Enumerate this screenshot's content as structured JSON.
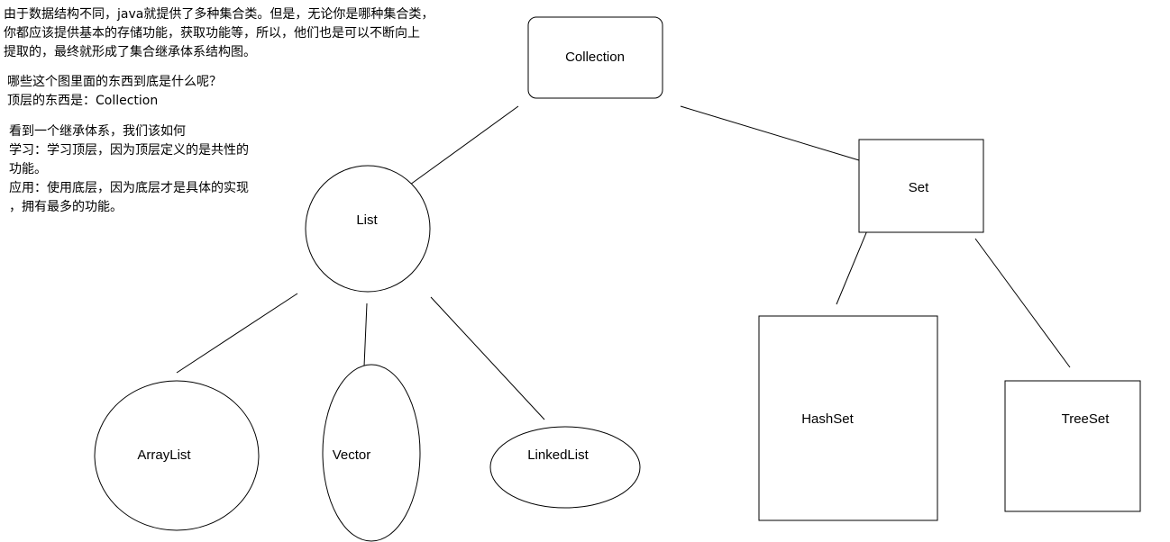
{
  "notes": {
    "intro": "由于数据结构不同，java就提供了多种集合类。但是，无论你是哪种集合类，\n你都应该提供基本的存储功能，获取功能等，所以，他们也是可以不断向上\n提取的，最终就形成了集合继承体系结构图。",
    "question": "哪些这个图里面的东西到底是什么呢？\n顶层的东西是：Collection",
    "learn": "看到一个继承体系，我们该如何\n学习：学习顶层，因为顶层定义的是共性的\n功能。\n应用：使用底层，因为底层才是具体的实现\n，拥有最多的功能。"
  },
  "nodes": {
    "collection": "Collection",
    "list": "List",
    "set": "Set",
    "arraylist": "ArrayList",
    "vector": "Vector",
    "linkedlist": "LinkedList",
    "hashset": "HashSet",
    "treeset": "TreeSet"
  }
}
